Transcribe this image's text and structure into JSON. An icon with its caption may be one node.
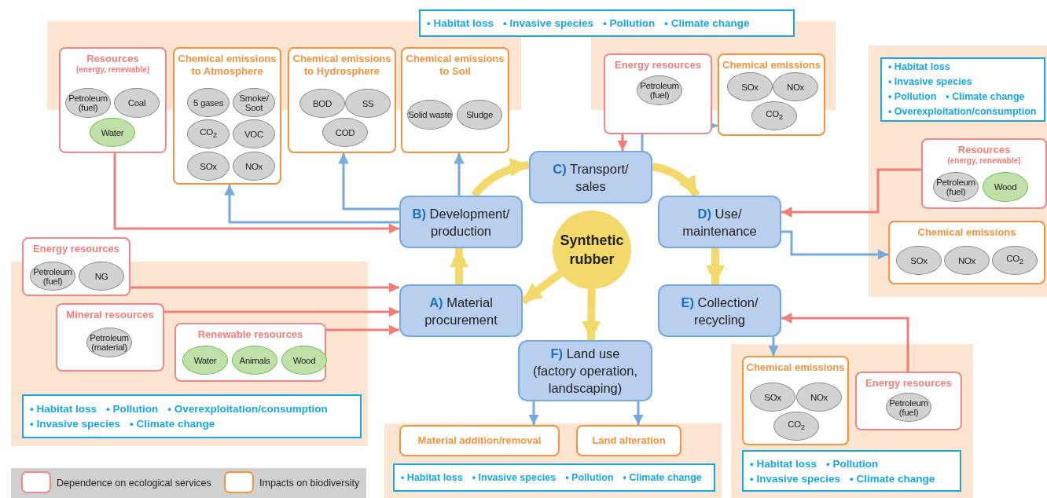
{
  "diagram": {
    "nodes": [
      {
        "text": [
          "• Habitat loss",
          "• Invasive species",
          "• Pollution",
          "• Climate change"
        ]
      },
      {
        "text": [
          "Resources",
          "(energy, renewable)"
        ]
      },
      {
        "text": [
          "Petroleum (fuel)"
        ],
        "in": 1
      },
      {
        "text": [
          "Coal"
        ],
        "in": 1
      },
      {
        "text": [
          "Water"
        ],
        "in": 1
      },
      {
        "text": [
          "Chemical emissions to Atmosphere"
        ]
      },
      {
        "text": [
          "5 gases"
        ],
        "in": 5
      },
      {
        "text": [
          "Smoke/ Soot"
        ],
        "in": 5
      },
      {
        "text": [
          "CO$_{2}$"
        ],
        "in": 5
      },
      {
        "text": [
          "VOC"
        ],
        "in": 5
      },
      {
        "text": [
          "SOx"
        ],
        "in": 5
      },
      {
        "text": [
          "NOx"
        ],
        "in": 5
      },
      {
        "text": [
          "Chemical emissions to Hydrosphere"
        ]
      },
      {
        "text": [
          "BOD"
        ],
        "in": 12
      },
      {
        "text": [
          "SS"
        ],
        "in": 12
      },
      {
        "text": [
          "COD"
        ],
        "in": 12
      },
      {
        "text": [
          "Chemical emissions to Soil"
        ]
      },
      {
        "text": [
          "Solid waste"
        ],
        "in": 16
      },
      {
        "text": [
          "Sludge"
        ],
        "in": 16
      },
      {
        "text": [
          "Energy resources"
        ]
      },
      {
        "text": [
          "Petroleum (fuel)"
        ],
        "in": 19
      },
      {
        "text": [
          "Chemical emissions"
        ]
      },
      {
        "text": [
          "SOx"
        ],
        "in": 21
      },
      {
        "text": [
          "NOx"
        ],
        "in": 21
      },
      {
        "text": [
          "CO$_{2}$"
        ],
        "in": 21
      },
      {
        "text": [
          "• Habitat loss",
          "• Invasive species",
          "• Pollution",
          "• Climate change",
          "• Overexploitation/consumption"
        ]
      },
      {
        "text": [
          "Resources",
          "(energy, renewable)"
        ]
      },
      {
        "text": [
          "Petroleum (fuel)"
        ],
        "in": 26
      },
      {
        "text": [
          "Wood"
        ],
        "in": 26
      },
      {
        "text": [
          "Chemical emissions"
        ]
      },
      {
        "text": [
          "SOx"
        ],
        "in": 29
      },
      {
        "text": [
          "NOx"
        ],
        "in": 29
      },
      {
        "text": [
          "CO$_{2}$"
        ],
        "in": 29
      },
      {
        "text": [
          "Energy resources"
        ]
      },
      {
        "text": [
          "Petroleum (fuel)"
        ],
        "in": 33
      },
      {
        "text": [
          "NG"
        ],
        "in": 33
      },
      {
        "text": [
          "Mineral resources"
        ]
      },
      {
        "text": [
          "Petroleum (material)"
        ],
        "in": 36
      },
      {
        "text": [
          "Renewable resources"
        ]
      },
      {
        "text": [
          "Water"
        ],
        "in": 38
      },
      {
        "text": [
          "Animals"
        ],
        "in": 38
      },
      {
        "text": [
          "Wood"
        ],
        "in": 38
      },
      {
        "text": [
          "• Habitat loss",
          "• Pollution",
          "• Overexploitation/consumption",
          "• Invasive species",
          "• Climate change"
        ]
      },
      {
        "text": [
          "**C)** Transport/ sales"
        ]
      },
      {
        "text": [
          "**B)** Development/ production"
        ]
      },
      {
        "text": [
          "Synthetic rubber"
        ]
      },
      {
        "text": [
          "**D)** Use/ maintenance"
        ]
      },
      {
        "text": [
          "**A)** Material procurement"
        ]
      },
      {
        "text": [
          "**E)** Collection/ recycling"
        ]
      },
      {
        "text": [
          "**F)** Land use (factory operation, landscaping)"
        ]
      },
      {
        "text": [
          "Material addition/removal"
        ]
      },
      {
        "text": [
          "Land alteration"
        ]
      },
      {
        "text": [
          "• Habitat loss",
          "• Invasive species",
          "• Pollution",
          "• Climate change"
        ]
      },
      {
        "text": [
          "Chemical emissions"
        ]
      },
      {
        "text": [
          "SOx"
        ],
        "in": 53
      },
      {
        "text": [
          "NOx"
        ],
        "in": 53
      },
      {
        "text": [
          "CO$_{2}$"
        ],
        "in": 53
      },
      {
        "text": [
          "Energy resources"
        ]
      },
      {
        "text": [
          "Petroleum (fuel)"
        ],
        "in": 57
      },
      {
        "text": [
          "• Habitat loss",
          "• Pollution",
          "• Invasive species",
          "• Climate change"
        ]
      }
    ],
    "edges": [
      {
        "from": 1,
        "to": 44,
        "arrow": "to",
        "color": "#f07f7a"
      },
      {
        "from": 33,
        "to": 47,
        "arrow": "to",
        "color": "#f07f7a"
      },
      {
        "from": 36,
        "to": 47,
        "arrow": "to",
        "color": "#f07f7a"
      },
      {
        "from": 38,
        "to": 47,
        "arrow": "to",
        "color": "#f07f7a"
      },
      {
        "from": 19,
        "to": 43,
        "arrow": "to",
        "color": "#f07f7a"
      },
      {
        "from": 26,
        "to": 46,
        "arrow": "to",
        "color": "#f07f7a"
      },
      {
        "from": 57,
        "to": 48,
        "arrow": "to",
        "color": "#f07f7a"
      },
      {
        "from": 44,
        "to": 5,
        "arrow": "to",
        "color": "#76a9dc"
      },
      {
        "from": 44,
        "to": 12,
        "arrow": "to",
        "color": "#76a9dc"
      },
      {
        "from": 44,
        "to": 16,
        "arrow": "to",
        "color": "#76a9dc"
      },
      {
        "from": 43,
        "to": 21,
        "arrow": "to",
        "color": "#76a9dc"
      },
      {
        "from": 46,
        "to": 29,
        "arrow": "to",
        "color": "#76a9dc"
      },
      {
        "from": 48,
        "to": 53,
        "arrow": "to",
        "color": "#76a9dc"
      },
      {
        "from": 49,
        "to": 50,
        "arrow": "to",
        "color": "#76a9dc"
      },
      {
        "from": 49,
        "to": 51,
        "arrow": "to",
        "color": "#76a9dc"
      },
      {
        "from": 45,
        "to": 47,
        "arrow": "to",
        "style": "thick",
        "color": "#f2d96a"
      },
      {
        "from": 45,
        "to": 49,
        "arrow": "to",
        "style": "thick",
        "color": "#f2d96a"
      },
      {
        "from": 47,
        "to": 44,
        "arrow": "to",
        "style": "thick",
        "color": "#f2d96a"
      },
      {
        "from": 44,
        "to": 43,
        "arrow": "to",
        "style": "thick",
        "color": "#f2d96a"
      },
      {
        "from": 43,
        "to": 46,
        "arrow": "to",
        "style": "thick",
        "color": "#f2d96a"
      },
      {
        "from": 46,
        "to": 48,
        "arrow": "to",
        "style": "thick",
        "color": "#f2d96a"
      }
    ],
    "legend": [
      {
        "text": "Dependence on ecological services"
      },
      {
        "text": "Impacts on biodiversity"
      }
    ]
  }
}
